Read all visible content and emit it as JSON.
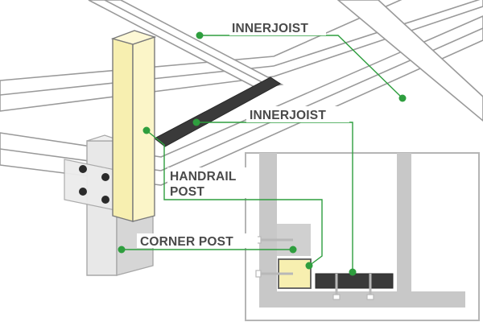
{
  "labels": {
    "inner_joist_top": "INNERJOIST",
    "inner_joist_mid": "INNERJOIST",
    "handrail_line1": "HANDRAIL",
    "handrail_line2": "POST",
    "corner_post": "CORNER POST"
  },
  "colors": {
    "leader": "#2e9e3e",
    "dot": "#2e9e3e",
    "beam_outline": "#9a9a9a",
    "dark_joist": "#3a3a3a",
    "handrail_post_fill": "#f7efb0",
    "corner_post_fill": "#e6e6e6",
    "text": "#4a4a4a"
  }
}
